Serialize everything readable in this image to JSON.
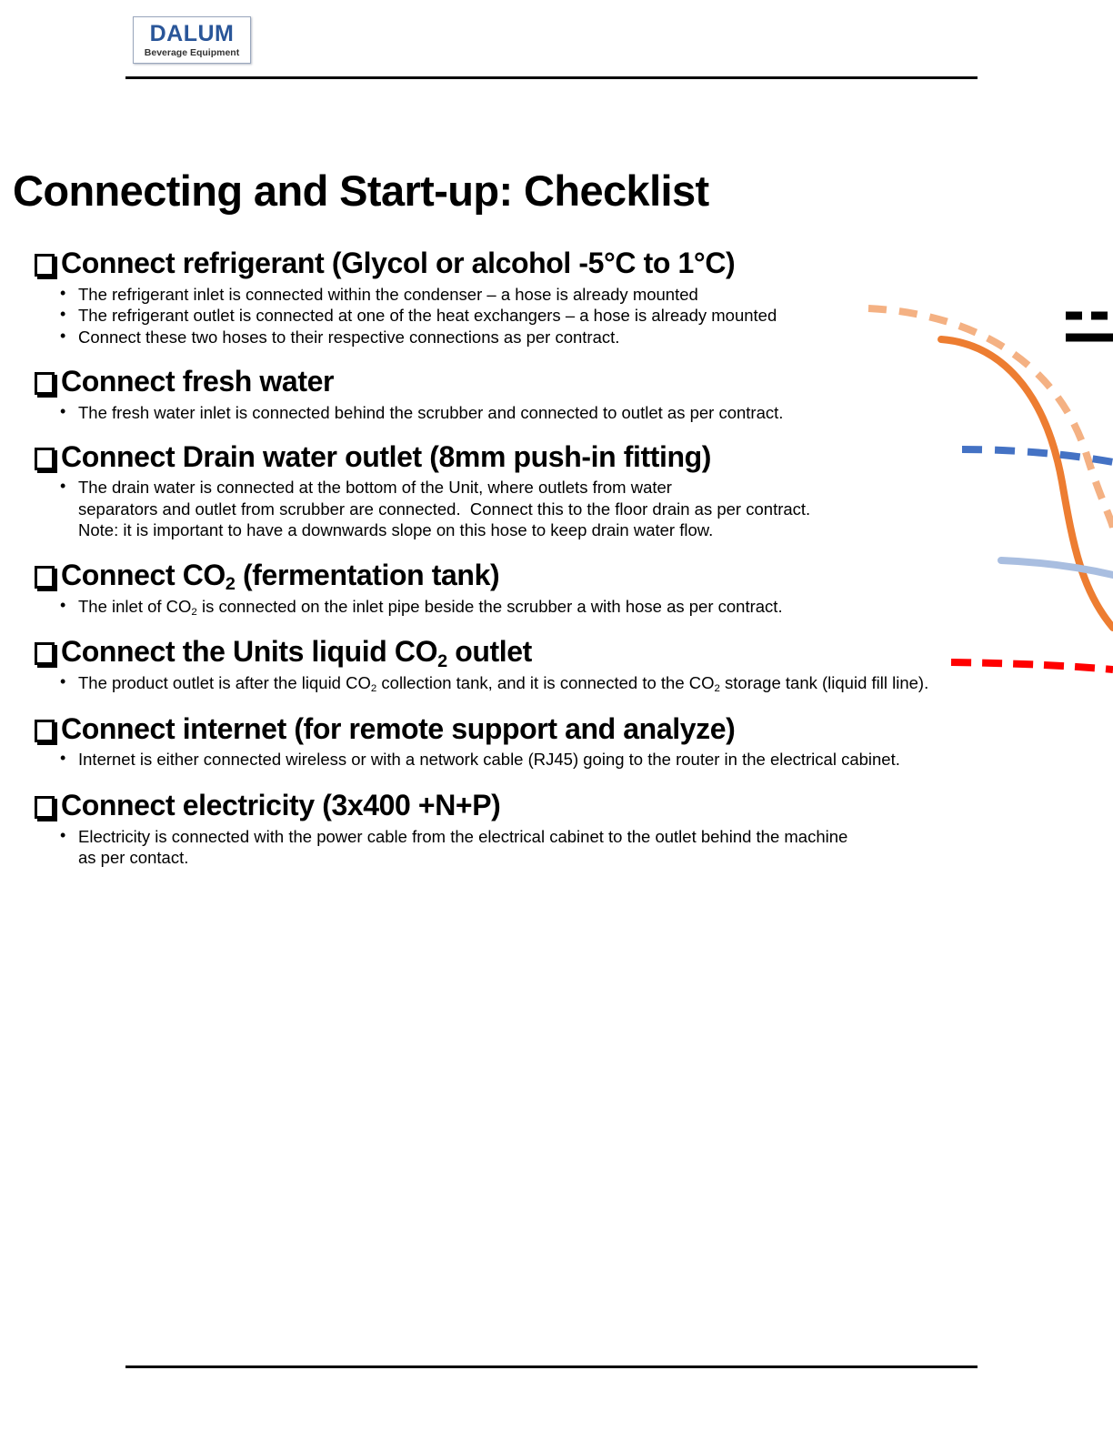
{
  "header": {
    "logo": {
      "brand": "DALUM",
      "tagline": "Beverage Equipment"
    }
  },
  "document": {
    "title": "Connecting and Start-up: Checklist",
    "sections": [
      {
        "heading": "Connect refrigerant (Glycol or alcohol -5°C to 1°C)",
        "bullets": [
          "The refrigerant inlet is connected within the condenser – a hose is already mounted",
          "The refrigerant outlet is connected at one of the heat exchangers – a hose is already mounted",
          "Connect these two hoses to their respective connections as per contract."
        ]
      },
      {
        "heading": "Connect fresh water",
        "bullets": [
          "The fresh water inlet is connected behind the scrubber and connected to outlet as per contract."
        ]
      },
      {
        "heading": "Connect Drain water outlet (8mm push-in fitting)",
        "bullets": [
          "The drain water is connected at the bottom of the Unit, where outlets from water\nseparators and outlet from scrubber are connected.  Connect this to the floor drain as per contract.\nNote: it is important to have a downwards slope on this hose to keep drain water flow."
        ]
      },
      {
        "heading_html": "Connect CO₂ (fermentation tank)",
        "heading_pre": "Connect CO",
        "heading_sub": "2",
        "heading_post": " (fermentation tank)",
        "bullets_rich": [
          {
            "pre": "The inlet of CO",
            "sub": "2",
            "post": " is connected on the inlet pipe beside the scrubber a with hose as per contract."
          }
        ]
      },
      {
        "heading_pre": "Connect the Units liquid CO",
        "heading_sub": "2",
        "heading_post": " outlet",
        "bullets_rich": [
          {
            "pre": "The product outlet is after the liquid CO",
            "sub": "2",
            "mid": " collection tank, and it is connected to the CO",
            "sub2": "2",
            "post": " storage tank (liquid fill line)."
          }
        ]
      },
      {
        "heading": "Connect internet (for remote support and analyze)",
        "bullets": [
          "Internet is either connected wireless or with a network cable (RJ45) going to the router in the electrical cabinet."
        ]
      },
      {
        "heading": "Connect electricity (3x400 +N+P)",
        "bullets": [
          "Electricity is connected with the power cable from the electrical cabinet to the outlet behind the machine\nas per contact."
        ]
      }
    ]
  },
  "graphics": {
    "description": "Connector leader lines pointing to an off-slide machine diagram",
    "colors": {
      "light_orange_dashed": "#F4B183",
      "orange_solid": "#ED7D31",
      "blue_dashed": "#4472C4",
      "light_blue_solid": "#A9BEE0",
      "red_dashed": "#FF0000",
      "black": "#000000"
    },
    "lines": [
      {
        "name": "refrigerant-inlet-leader",
        "style": "dashed",
        "color": "#F4B183"
      },
      {
        "name": "refrigerant-outlet-leader",
        "style": "solid",
        "color": "#ED7D31"
      },
      {
        "name": "fresh-water-leader",
        "style": "dashed",
        "color": "#4472C4"
      },
      {
        "name": "drain-water-leader",
        "style": "solid",
        "color": "#A9BEE0"
      },
      {
        "name": "co2-inlet-leader",
        "style": "dashed",
        "color": "#FF0000"
      },
      {
        "name": "legend-dashed-black",
        "style": "dashed",
        "color": "#000000"
      },
      {
        "name": "legend-solid-black",
        "style": "solid",
        "color": "#000000"
      }
    ]
  }
}
